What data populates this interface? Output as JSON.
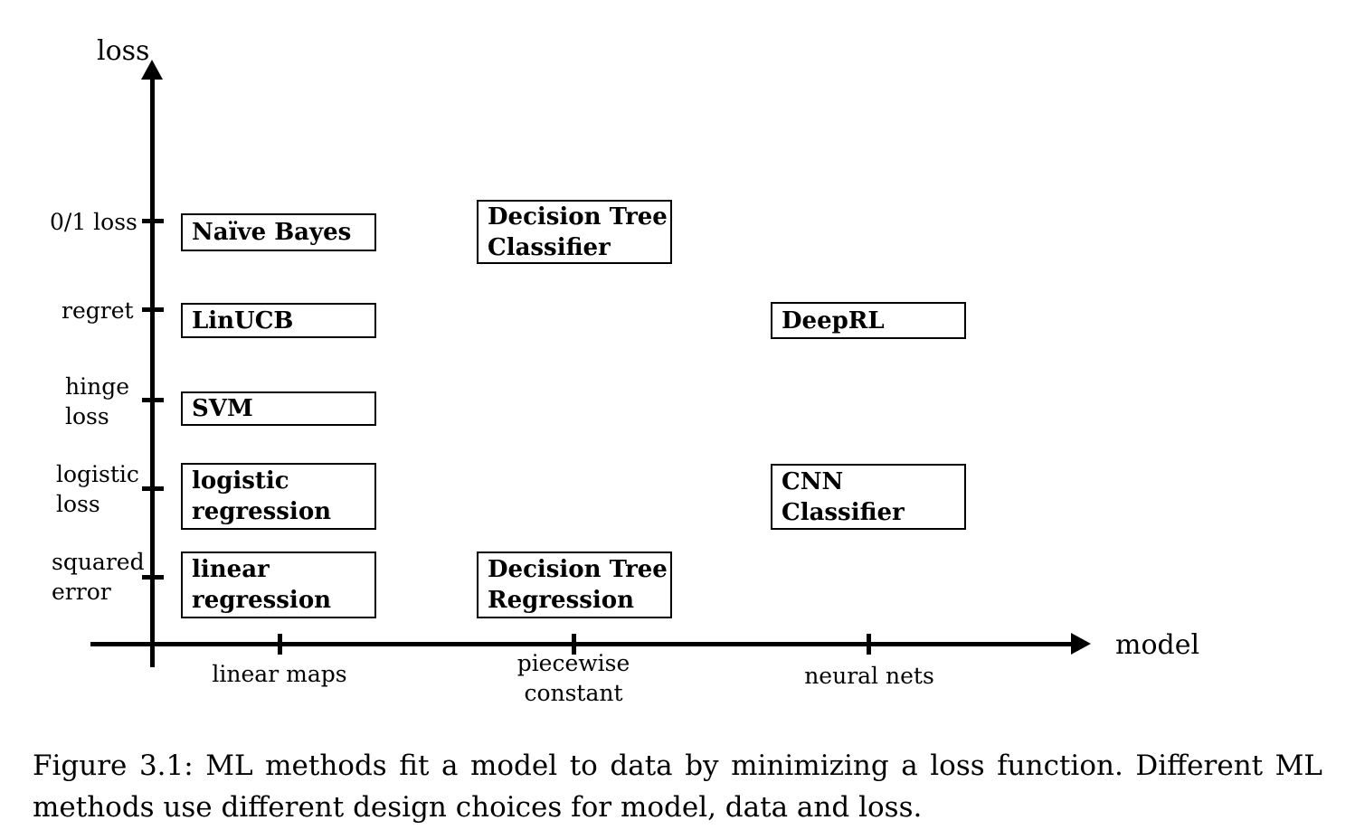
{
  "colors": {
    "ink": "#000000",
    "background": "#ffffff"
  },
  "figure": {
    "y_axis_label": "loss",
    "x_axis_label": "model",
    "y_ticks": [
      {
        "lines": [
          "0/1 loss"
        ]
      },
      {
        "lines": [
          "regret"
        ]
      },
      {
        "lines": [
          "hinge",
          "loss"
        ]
      },
      {
        "lines": [
          "logistic",
          "loss"
        ]
      },
      {
        "lines": [
          "squared",
          "error"
        ]
      }
    ],
    "x_ticks": [
      {
        "lines": [
          "linear maps"
        ]
      },
      {
        "lines": [
          "piecewise",
          "constant"
        ]
      },
      {
        "lines": [
          "neural nets"
        ]
      }
    ],
    "boxes": [
      {
        "lines": [
          "Naïve Bayes"
        ]
      },
      {
        "lines": [
          "Decision Tree",
          "Classifier"
        ]
      },
      {
        "lines": [
          "LinUCB"
        ]
      },
      {
        "lines": [
          "DeepRL"
        ]
      },
      {
        "lines": [
          "SVM"
        ]
      },
      {
        "lines": [
          "logistic",
          "regression"
        ]
      },
      {
        "lines": [
          "CNN",
          "Classifier"
        ]
      },
      {
        "lines": [
          "linear",
          "regression"
        ]
      },
      {
        "lines": [
          "Decision Tree",
          "Regression"
        ]
      }
    ]
  },
  "caption": {
    "lines": [
      "Figure 3.1: ML methods fit a model to data by minimizing a loss function. Different ML",
      "methods use different design choices for model, data and loss."
    ]
  },
  "chart_data": {
    "type": "scatter",
    "title": "",
    "xlabel": "model",
    "ylabel": "loss",
    "x_categories": [
      "linear maps",
      "piecewise constant",
      "neural nets"
    ],
    "y_categories": [
      "squared error",
      "logistic loss",
      "hinge loss",
      "regret",
      "0/1 loss"
    ],
    "grid": false,
    "legend": "none",
    "points": [
      {
        "label": "Naïve Bayes",
        "x": "linear maps",
        "y": "0/1 loss"
      },
      {
        "label": "Decision Tree Classifier",
        "x": "piecewise constant",
        "y": "0/1 loss"
      },
      {
        "label": "LinUCB",
        "x": "linear maps",
        "y": "regret"
      },
      {
        "label": "DeepRL",
        "x": "neural nets",
        "y": "regret"
      },
      {
        "label": "SVM",
        "x": "linear maps",
        "y": "hinge loss"
      },
      {
        "label": "logistic regression",
        "x": "linear maps",
        "y": "logistic loss"
      },
      {
        "label": "CNN Classifier",
        "x": "neural nets",
        "y": "logistic loss"
      },
      {
        "label": "linear regression",
        "x": "linear maps",
        "y": "squared error"
      },
      {
        "label": "Decision Tree Regression",
        "x": "piecewise constant",
        "y": "squared error"
      }
    ]
  }
}
